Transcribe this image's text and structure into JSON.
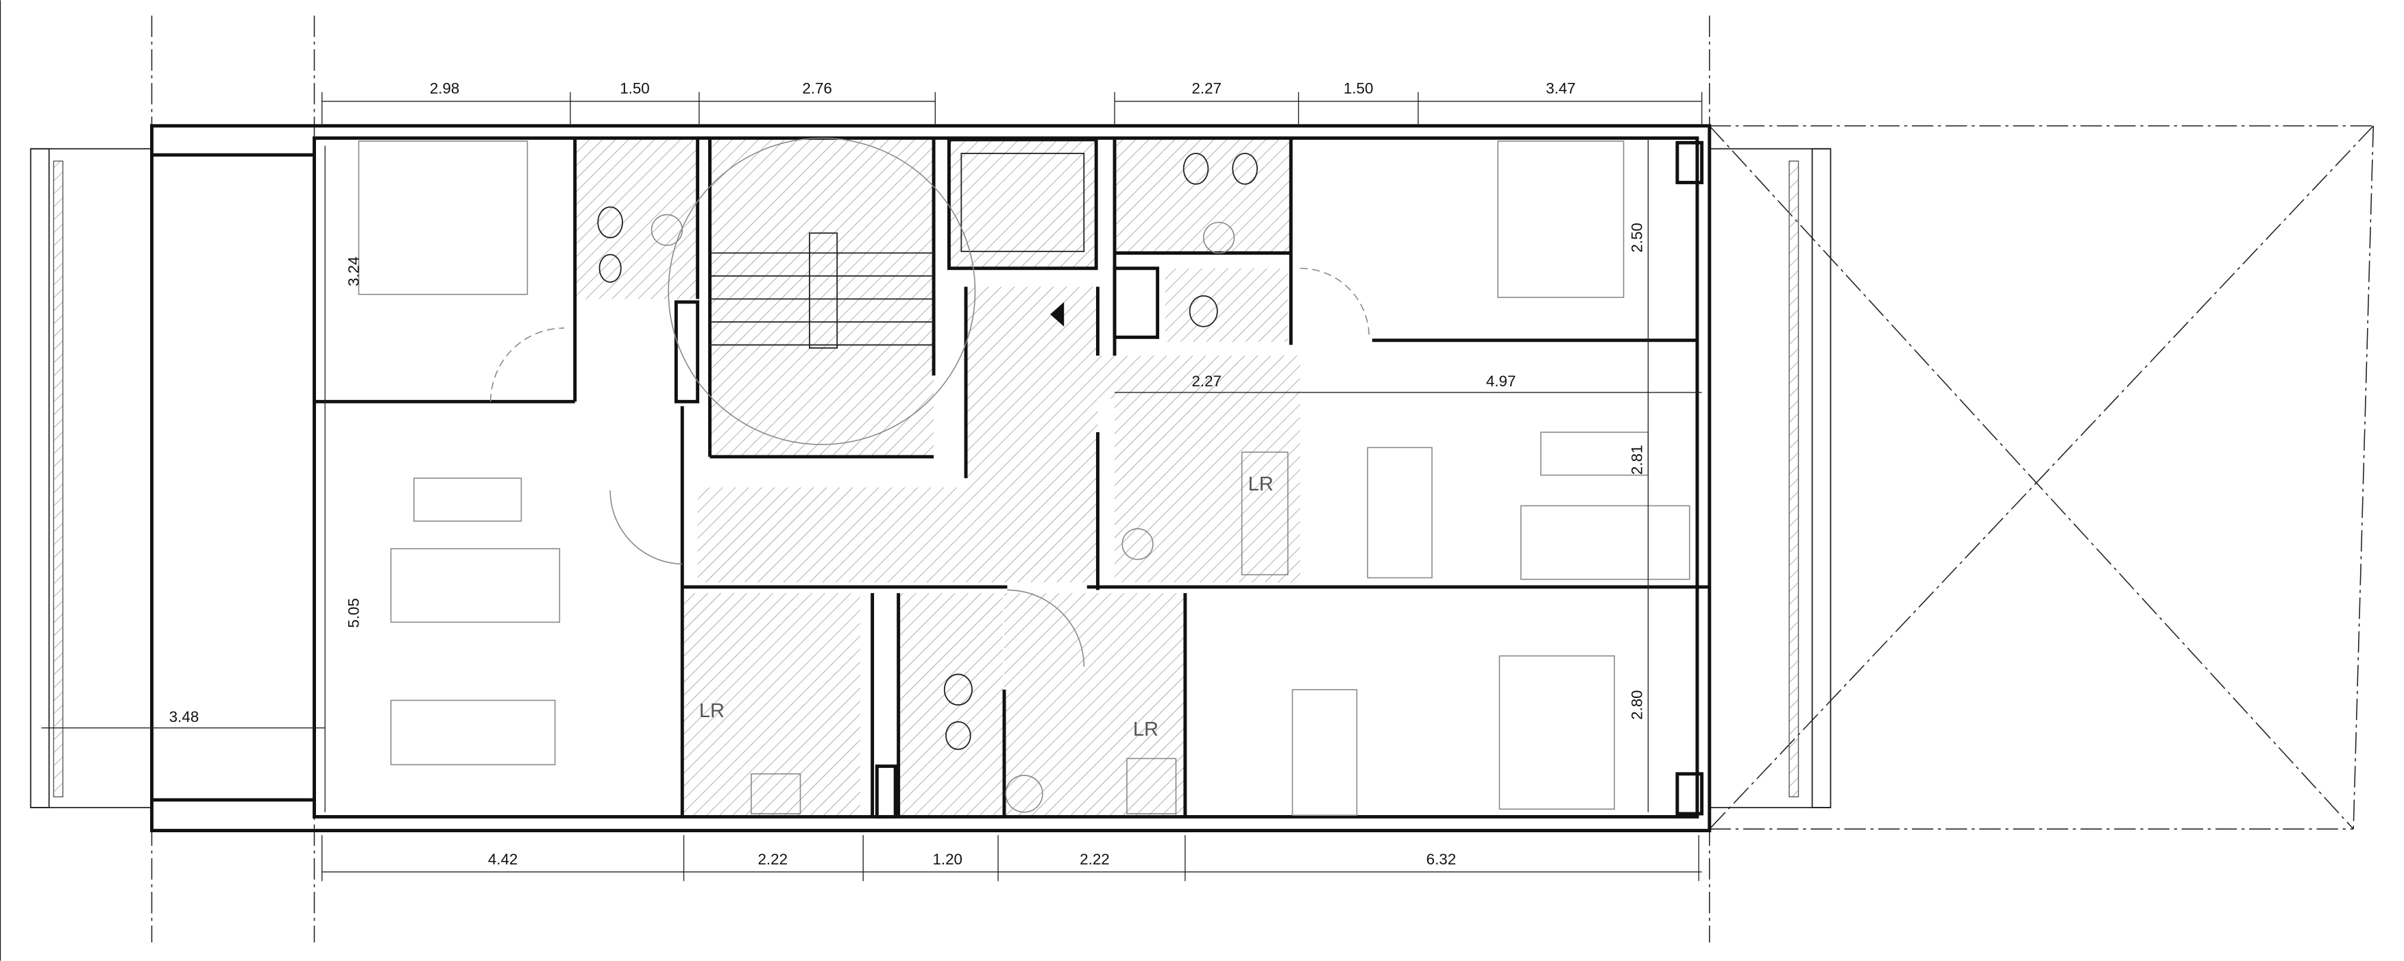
{
  "plan": {
    "dimensions_top": [
      "2.98",
      "1.50",
      "2.76",
      "2.27",
      "1.50",
      "3.47"
    ],
    "dimensions_bottom": [
      "4.42",
      "2.22",
      "1.20",
      "2.22",
      "6.32"
    ],
    "dimensions_left": [
      "3.24",
      "5.05"
    ],
    "dimension_balcony": "3.48",
    "dimensions_middle": [
      "2.27",
      "4.97"
    ],
    "dimensions_right": [
      "2.50",
      "2.81",
      "2.80"
    ],
    "room_label": "LR"
  }
}
